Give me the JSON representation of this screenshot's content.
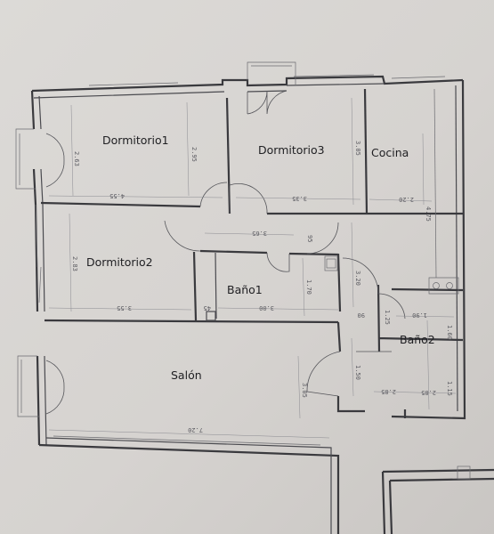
{
  "rooms": [
    {
      "id": "dormitorio1",
      "label": "Dormitorio1"
    },
    {
      "id": "dormitorio3",
      "label": "Dormitorio3"
    },
    {
      "id": "cocina",
      "label": "Cocina"
    },
    {
      "id": "dormitorio2",
      "label": "Dormitorio2"
    },
    {
      "id": "bano1",
      "label": "Baño1"
    },
    {
      "id": "salon",
      "label": "Salón"
    },
    {
      "id": "bano2",
      "label": "Baño2"
    }
  ],
  "dimensions": [
    {
      "id": "d-263",
      "text": "2.63"
    },
    {
      "id": "d-295",
      "text": "2.95"
    },
    {
      "id": "d-455",
      "text": "4.55"
    },
    {
      "id": "d-305a",
      "text": "3.05"
    },
    {
      "id": "d-335",
      "text": "3.35"
    },
    {
      "id": "d-220",
      "text": "2.20"
    },
    {
      "id": "d-475",
      "text": "4.75"
    },
    {
      "id": "d-365",
      "text": "3.65"
    },
    {
      "id": "d-95",
      "text": "95"
    },
    {
      "id": "d-283",
      "text": "2.83"
    },
    {
      "id": "d-170",
      "text": "1.70"
    },
    {
      "id": "d-320",
      "text": "3.20"
    },
    {
      "id": "d-355",
      "text": "3.55"
    },
    {
      "id": "d-45",
      "text": "45"
    },
    {
      "id": "d-300",
      "text": "3.00"
    },
    {
      "id": "d-90",
      "text": "90"
    },
    {
      "id": "d-125",
      "text": "1.25"
    },
    {
      "id": "d-190",
      "text": "1.90"
    },
    {
      "id": "d-160",
      "text": "1.60"
    },
    {
      "id": "d-150",
      "text": "1.50"
    },
    {
      "id": "d-305b",
      "text": "3.05"
    },
    {
      "id": "d-285a",
      "text": "2.85"
    },
    {
      "id": "d-285b",
      "text": "2.85"
    },
    {
      "id": "d-115",
      "text": "1.15"
    },
    {
      "id": "d-720",
      "text": "7.20"
    }
  ]
}
